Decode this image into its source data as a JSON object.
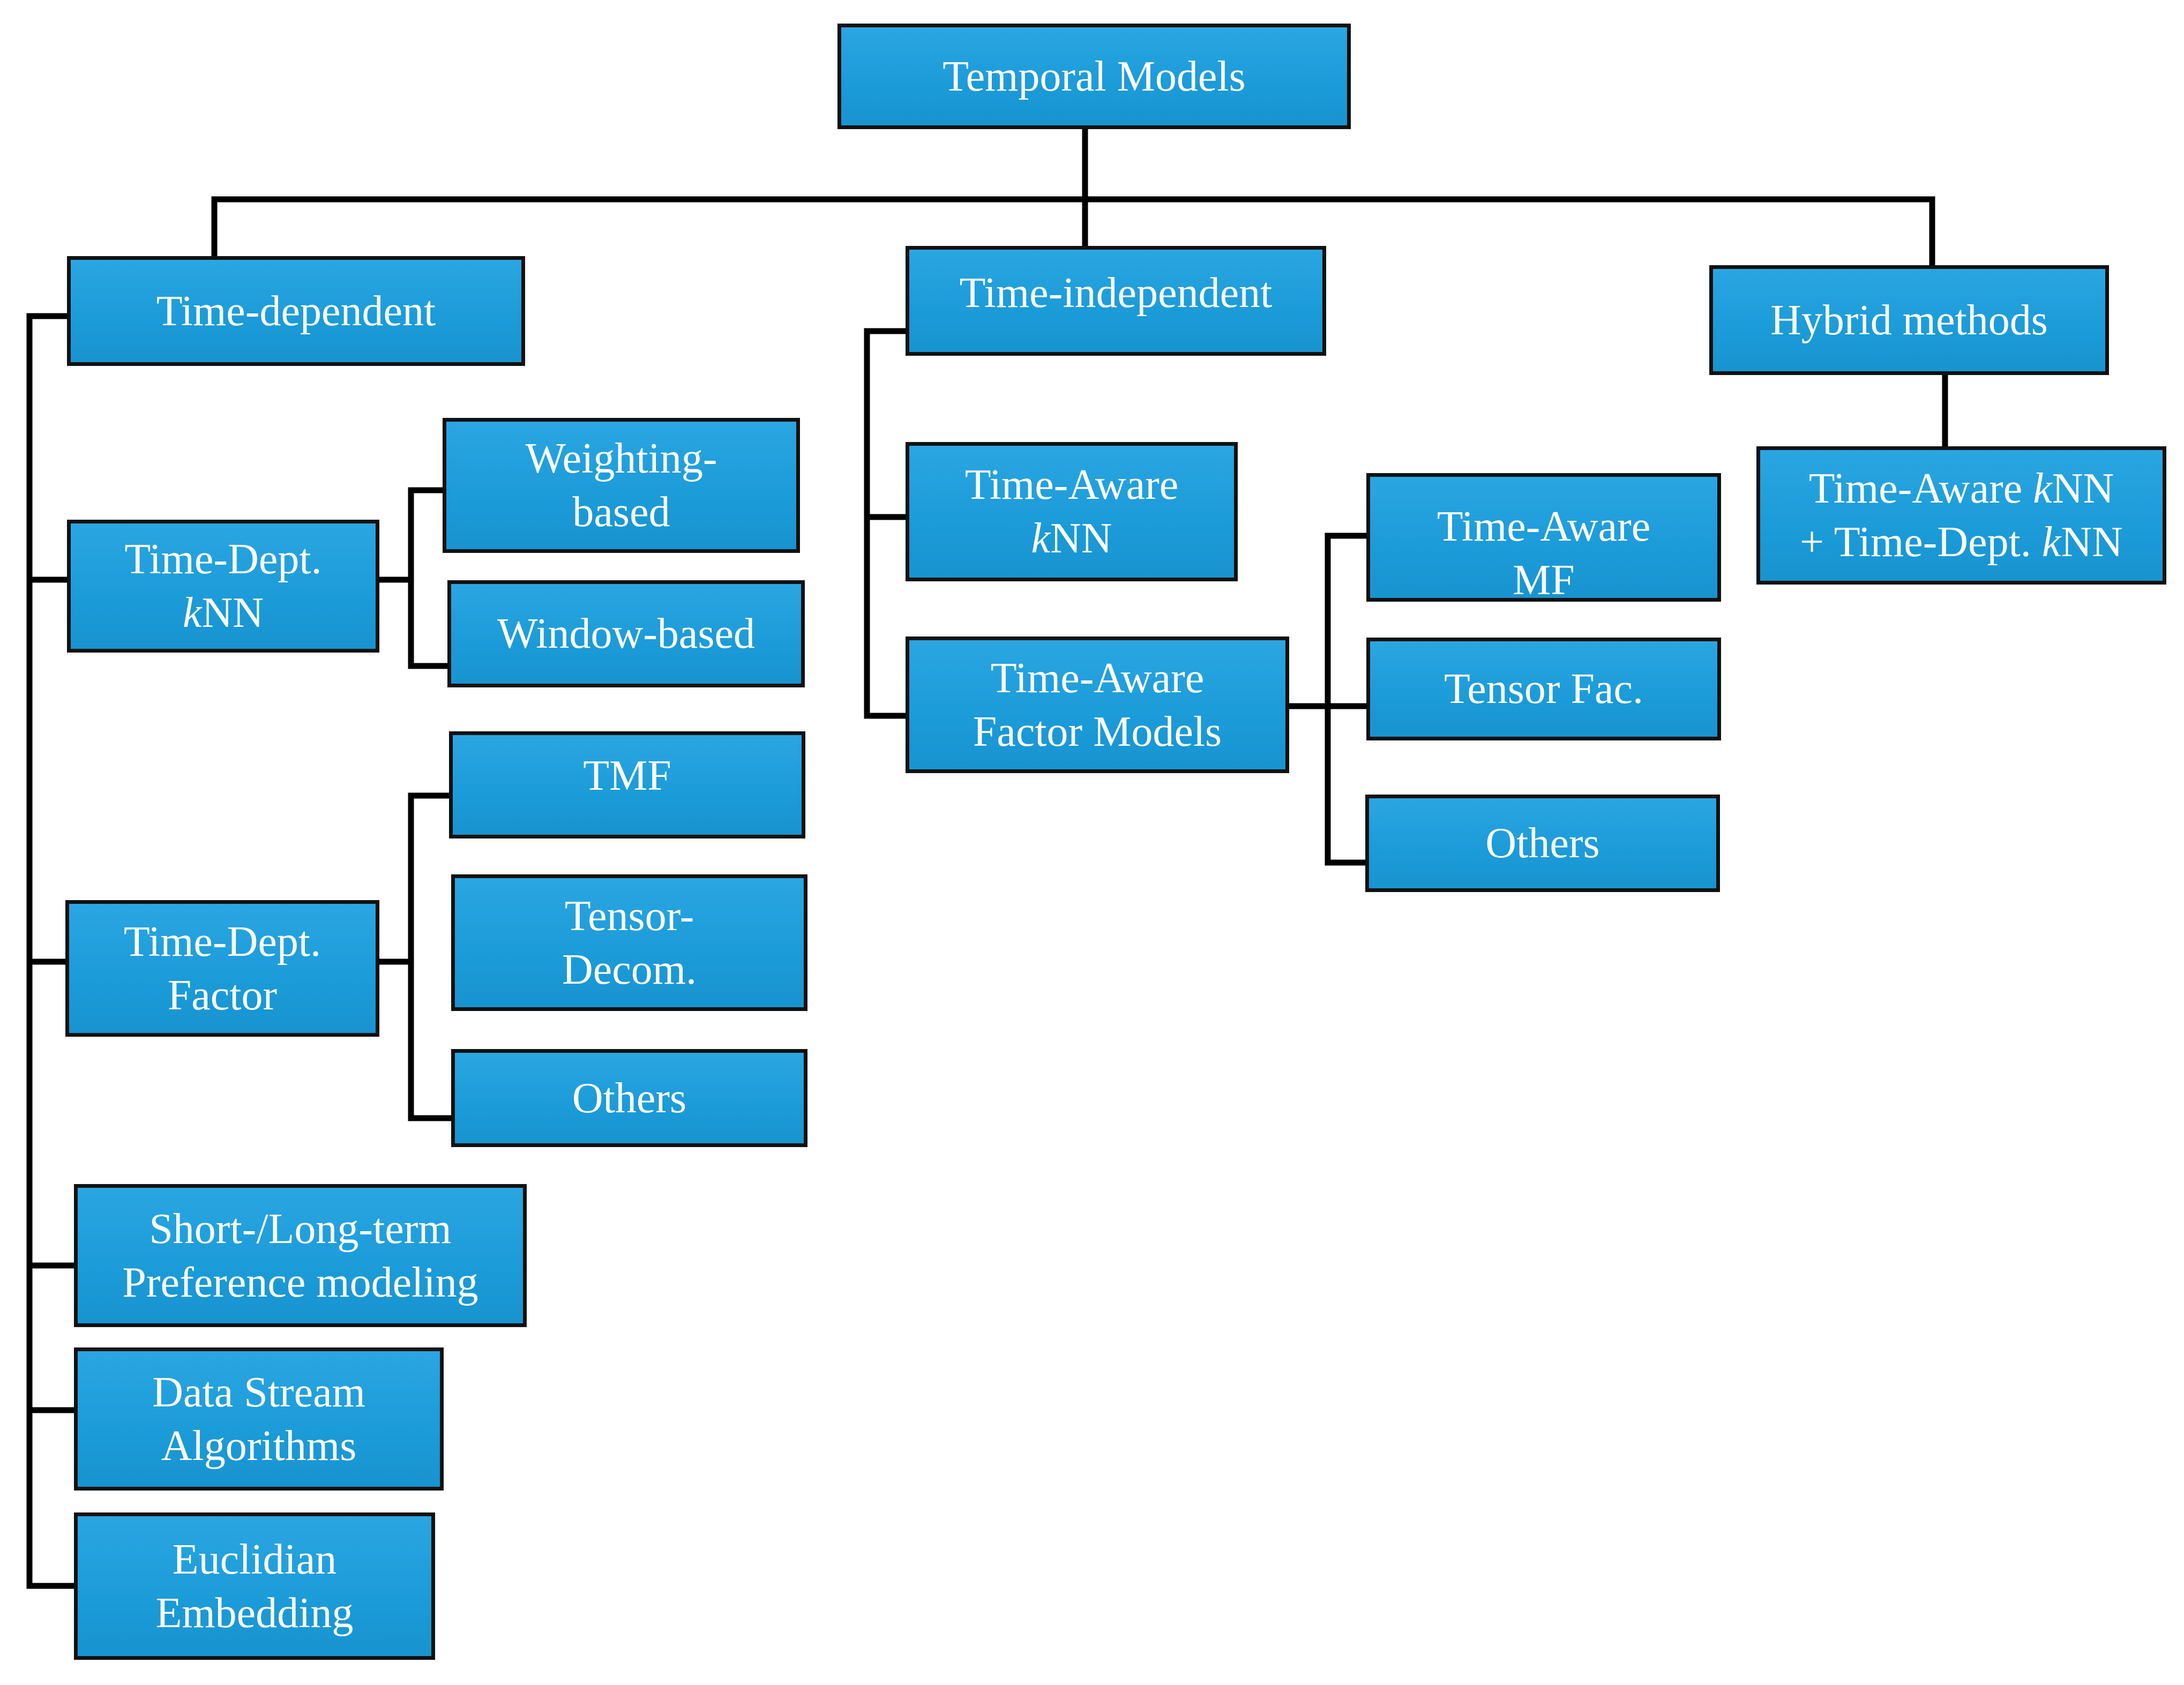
{
  "diagram": {
    "root": "Temporal Models",
    "categories": {
      "time_dependent": "Time-dependent",
      "time_independent": "Time-independent",
      "hybrid": "Hybrid methods"
    },
    "time_dependent": {
      "knn": [
        "Time-Dept.",
        "kNN"
      ],
      "knn_children": {
        "weighting": "Weighting-\nbased",
        "window": "Window-based"
      },
      "factor": "Time-Dept.\nFactor",
      "factor_children": {
        "tmf": "TMF",
        "tensor": "Tensor-\nDecom.",
        "others": "Others"
      },
      "short_long": "Short-/Long-term\nPreference modeling",
      "data_stream": "Data Stream\nAlgorithms",
      "euclidian": "Euclidian\nEmbedding"
    },
    "time_independent": {
      "knn": [
        "Time-Aware",
        "kNN"
      ],
      "factor": "Time-Aware\nFactor Models",
      "factor_children": {
        "mf": "Time-Aware\nMF",
        "tensor": "Tensor Fac.",
        "others": "Others"
      }
    },
    "hybrid": {
      "combo": [
        "Time-Aware ",
        "k",
        "NN",
        "+ Time-Dept. ",
        "k",
        "NN"
      ]
    }
  }
}
